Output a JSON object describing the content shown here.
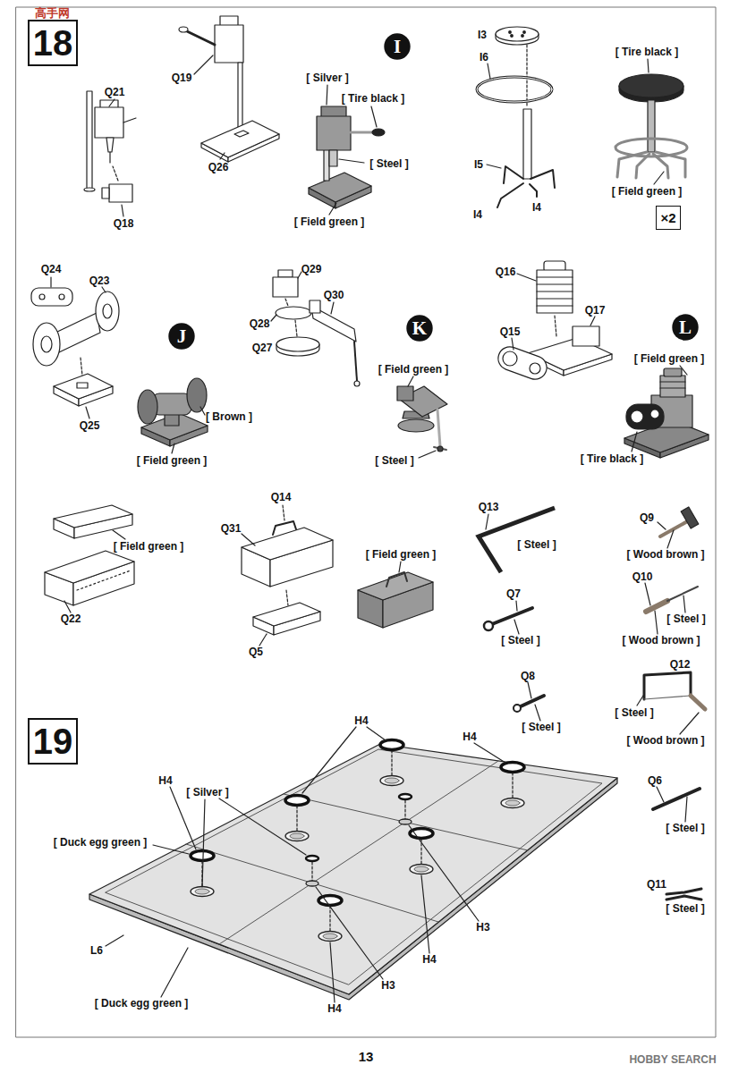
{
  "diagram": {
    "nodes": [
      {
        "text": [
          "18"
        ]
      },
      {
        "text": [
          "I"
        ]
      },
      {
        "text": [
          "×2"
        ]
      },
      {
        "text": [
          "J"
        ]
      },
      {
        "text": [
          "K"
        ]
      },
      {
        "text": [
          "L"
        ]
      },
      {
        "text": [
          "19"
        ]
      }
    ],
    "labels": [
      "高手网",
      "Q21",
      "Q19",
      "Q26",
      "Q18",
      "[ Silver ]",
      "[ Tire black ]",
      "[ Steel ]",
      "[ Field green ]",
      "I3",
      "I6",
      "I5",
      "I4",
      "I4",
      "[ Tire black ]",
      "[ Field green ]",
      "Q24",
      "Q23",
      "Q25",
      "[ Brown ]",
      "[ Field green ]",
      "Q29",
      "Q30",
      "Q28",
      "Q27",
      "[ Field green ]",
      "[ Steel ]",
      "Q16",
      "Q17",
      "Q15",
      "[ Field green ]",
      "[ Tire black ]",
      "Q14",
      "Q13",
      "Q9",
      "Q31",
      "[ Steel ]",
      "[ Field green ]",
      "[ Field green ]",
      "[ Wood brown ]",
      "Q10",
      "Q7",
      "Q22",
      "[ Steel ]",
      "[ Steel ]",
      "[ Wood brown ]",
      "Q5",
      "Q12",
      "Q8",
      "[ Steel ]",
      "[ Steel ]",
      "[ Wood brown ]",
      "H4",
      "H4",
      "H4",
      "Q6",
      "[ Silver ]",
      "[ Steel ]",
      "[ Duck egg green ]",
      "Q11",
      "[ Steel ]",
      "H3",
      "L6",
      "H4",
      "H3",
      "[ Duck egg green ]",
      "H4",
      "13",
      "HOBBY SEARCH"
    ]
  }
}
